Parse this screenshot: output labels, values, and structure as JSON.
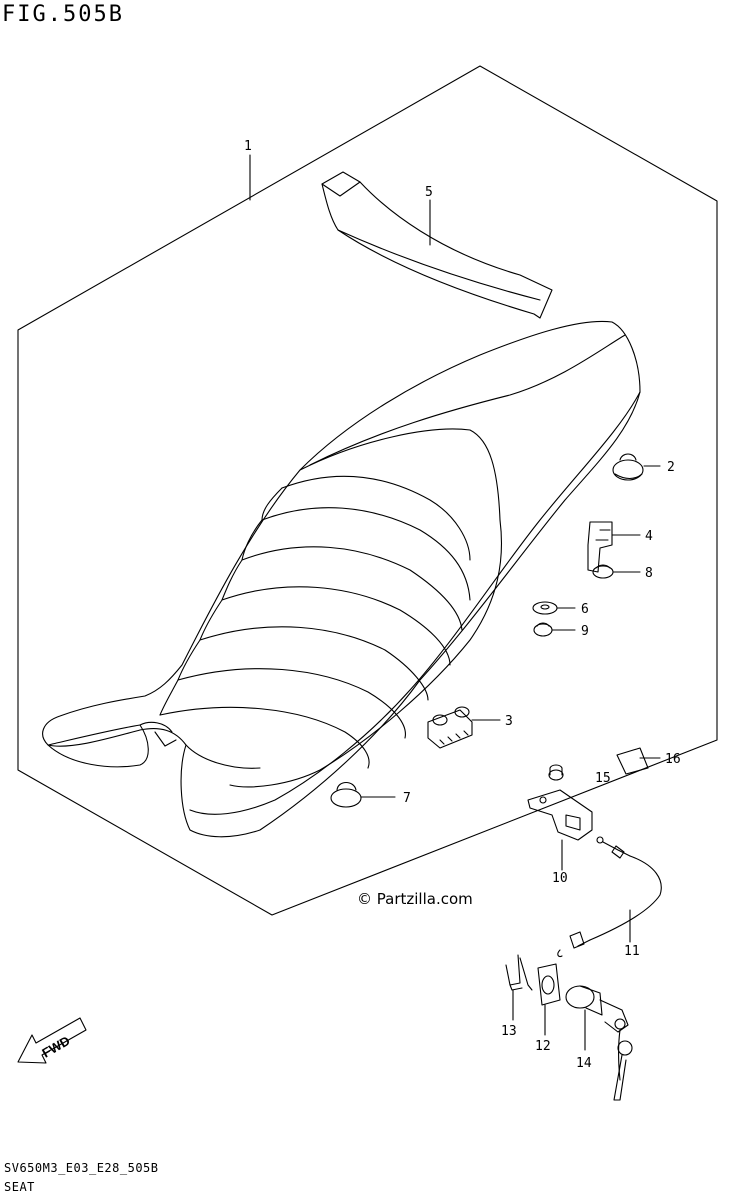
{
  "figure": {
    "title": "FIG.505B",
    "code": "SV650M3_E03_E28_505B",
    "name": "SEAT",
    "watermark": "© Partzilla.com",
    "fwd_label": "FWD"
  },
  "callouts": [
    "1",
    "2",
    "3",
    "4",
    "5",
    "6",
    "7",
    "8",
    "9",
    "10",
    "11",
    "12",
    "13",
    "14",
    "15",
    "16"
  ]
}
